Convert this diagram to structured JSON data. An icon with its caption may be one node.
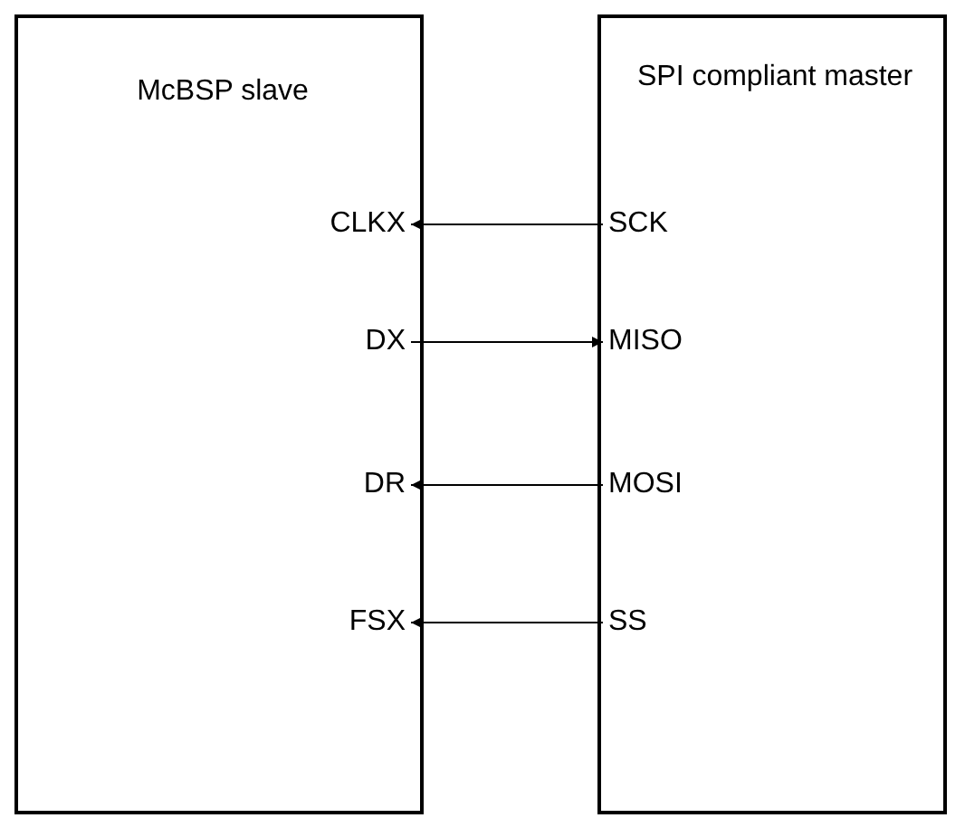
{
  "diagram": {
    "nodes": [
      {
        "text": [
          "McBSP slave"
        ]
      },
      {
        "text": [
          "CLKX"
        ],
        "in": 0
      },
      {
        "text": [
          "DX"
        ],
        "in": 0
      },
      {
        "text": [
          "DR"
        ],
        "in": 0
      },
      {
        "text": [
          "FSX"
        ],
        "in": 0
      },
      {
        "text": [
          "SPI compliant master"
        ]
      },
      {
        "text": [
          "SCK"
        ],
        "in": 5
      },
      {
        "text": [
          "MISO"
        ],
        "in": 5
      },
      {
        "text": [
          "MOSI"
        ],
        "in": 5
      },
      {
        "text": [
          "SS"
        ],
        "in": 5
      }
    ],
    "edges": [
      {
        "from": 6,
        "to": 1,
        "arrow": "to"
      },
      {
        "from": 2,
        "to": 7,
        "arrow": "to"
      },
      {
        "from": 8,
        "to": 3,
        "arrow": "to"
      },
      {
        "from": 9,
        "to": 4,
        "arrow": "to"
      }
    ]
  }
}
